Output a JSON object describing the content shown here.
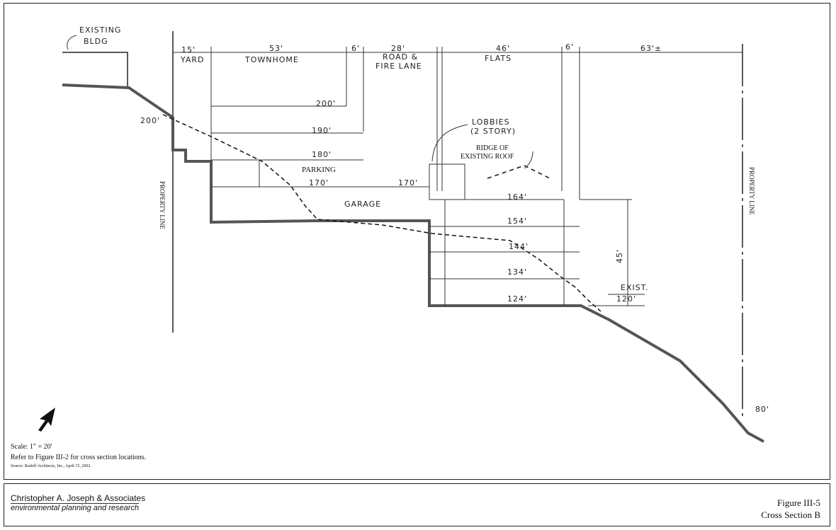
{
  "labels": {
    "existing_bldg": [
      "EXISTING",
      "BLDG"
    ],
    "yard_dim": "15'",
    "yard": "YARD",
    "townhome_dim": "53'",
    "townhome": "TOWNHOME",
    "gap1_dim": "6'",
    "road_dim": "28'",
    "road": [
      "ROAD &",
      "FIRE LANE"
    ],
    "flats_dim": "46'",
    "flats": "FLATS",
    "gap2_dim": "6'",
    "far_dim": "63'±",
    "elev_200_left": "200'",
    "elev_200": "200'",
    "elev_190": "190'",
    "elev_180": "180'",
    "elev_170_left": "170'",
    "elev_170_right": "170'",
    "parking": "PARKING",
    "garage": "GARAGE",
    "lobbies": [
      "LOBBIES",
      "(2 STORY)"
    ],
    "ridge": [
      "RIDGE OF",
      "EXISTING ROOF"
    ],
    "elev_164": "164'",
    "elev_154": "154'",
    "elev_144": "144'",
    "elev_134": "134'",
    "elev_124": "124'",
    "height_45": "45'",
    "exist_label": "EXIST.",
    "exist_elev": "120'",
    "elev_80": "80'",
    "property_line_left": "PROPERTY LINE",
    "property_line_right": "PROPERTY LINE"
  },
  "notes": {
    "scale": "Scale:   1\" = 20'",
    "refer": "Refer to Figure III-2 for cross section locations.",
    "source": "Source: Rudolf Architects, Inc., April 15, 2002."
  },
  "footer": {
    "company": "Christopher A. Joseph & Associates",
    "tagline": "environmental planning and research",
    "figure_number": "Figure III-5",
    "figure_title": "Cross Section B"
  }
}
